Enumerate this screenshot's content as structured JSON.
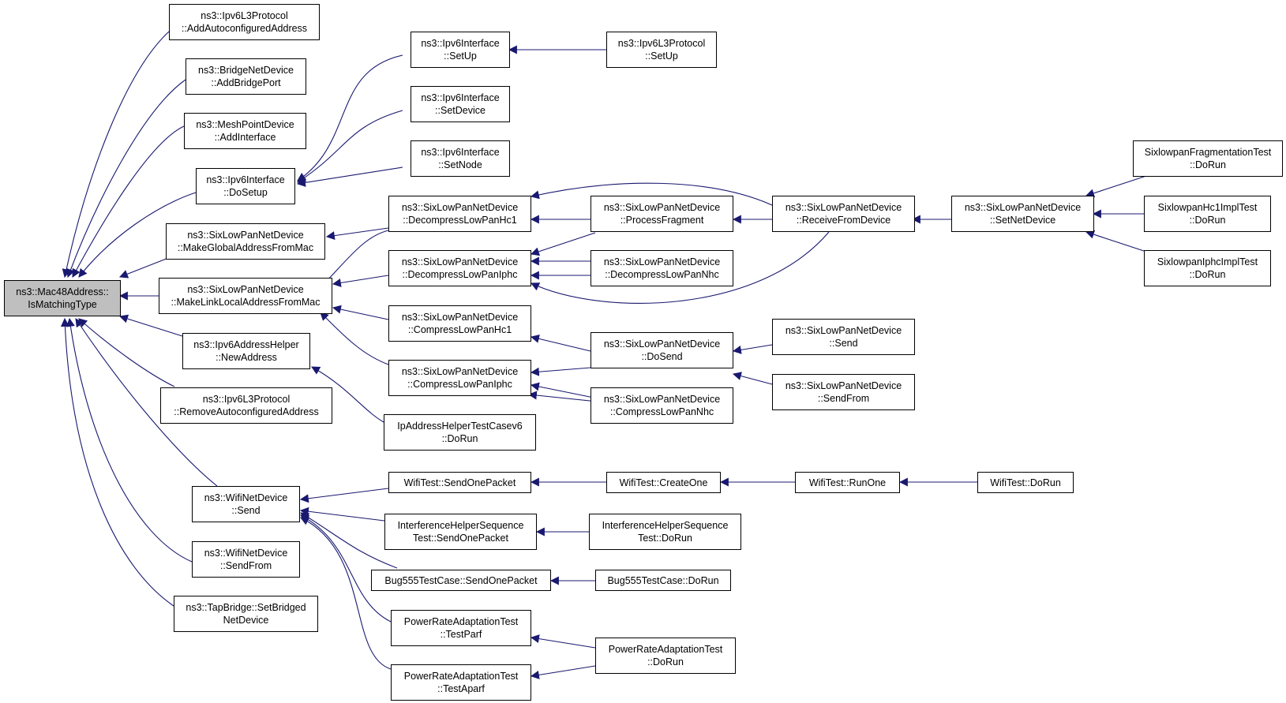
{
  "colors": {
    "edge": "#191970",
    "focus_fill": "#bfbfbf",
    "node_fill": "#ffffff",
    "node_border": "#000000"
  },
  "nodes": [
    {
      "id": "focus",
      "lines": [
        "ns3::Mac48Address::",
        "IsMatchingType"
      ],
      "focus": true
    },
    {
      "id": "ipv6l3_addauto",
      "lines": [
        "ns3::Ipv6L3Protocol",
        "::AddAutoconfiguredAddress"
      ]
    },
    {
      "id": "bridge_addport",
      "lines": [
        "ns3::BridgeNetDevice",
        "::AddBridgePort"
      ]
    },
    {
      "id": "mesh_addif",
      "lines": [
        "ns3::MeshPointDevice",
        "::AddInterface"
      ]
    },
    {
      "id": "ipv6if_dosetup",
      "lines": [
        "ns3::Ipv6Interface",
        "::DoSetup"
      ]
    },
    {
      "id": "slp_mkglobal",
      "lines": [
        "ns3::SixLowPanNetDevice",
        "::MakeGlobalAddressFromMac"
      ]
    },
    {
      "id": "slp_mklinklocal",
      "lines": [
        "ns3::SixLowPanNetDevice",
        "::MakeLinkLocalAddressFromMac"
      ]
    },
    {
      "id": "ipv6ah_newaddr",
      "lines": [
        "ns3::Ipv6AddressHelper",
        "::NewAddress"
      ]
    },
    {
      "id": "ipv6l3_removeauto",
      "lines": [
        "ns3::Ipv6L3Protocol",
        "::RemoveAutoconfiguredAddress"
      ]
    },
    {
      "id": "wifi_send",
      "lines": [
        "ns3::WifiNetDevice",
        "::Send"
      ]
    },
    {
      "id": "wifi_sendfrom",
      "lines": [
        "ns3::WifiNetDevice",
        "::SendFrom"
      ]
    },
    {
      "id": "tap_setbridged",
      "lines": [
        "ns3::TapBridge::SetBridged",
        "NetDevice"
      ]
    },
    {
      "id": "ipv6if_setup",
      "lines": [
        "ns3::Ipv6Interface",
        "::SetUp"
      ]
    },
    {
      "id": "ipv6if_setdevice",
      "lines": [
        "ns3::Ipv6Interface",
        "::SetDevice"
      ]
    },
    {
      "id": "ipv6if_setnode",
      "lines": [
        "ns3::Ipv6Interface",
        "::SetNode"
      ]
    },
    {
      "id": "ipv6l3_setup",
      "lines": [
        "ns3::Ipv6L3Protocol",
        "::SetUp"
      ]
    },
    {
      "id": "slp_dechc1",
      "lines": [
        "ns3::SixLowPanNetDevice",
        "::DecompressLowPanHc1"
      ]
    },
    {
      "id": "slp_deciphc",
      "lines": [
        "ns3::SixLowPanNetDevice",
        "::DecompressLowPanIphc"
      ]
    },
    {
      "id": "slp_comphc1",
      "lines": [
        "ns3::SixLowPanNetDevice",
        "::CompressLowPanHc1"
      ]
    },
    {
      "id": "slp_compiphc",
      "lines": [
        "ns3::SixLowPanNetDevice",
        "::CompressLowPanIphc"
      ]
    },
    {
      "id": "ipah_dorun",
      "lines": [
        "IpAddressHelperTestCasev6",
        "::DoRun"
      ]
    },
    {
      "id": "slp_procfrag",
      "lines": [
        "ns3::SixLowPanNetDevice",
        "::ProcessFragment"
      ]
    },
    {
      "id": "slp_decnhc",
      "lines": [
        "ns3::SixLowPanNetDevice",
        "::DecompressLowPanNhc"
      ]
    },
    {
      "id": "slp_dosend",
      "lines": [
        "ns3::SixLowPanNetDevice",
        "::DoSend"
      ]
    },
    {
      "id": "slp_compnhc",
      "lines": [
        "ns3::SixLowPanNetDevice",
        "::CompressLowPanNhc"
      ]
    },
    {
      "id": "slp_recvdev",
      "lines": [
        "ns3::SixLowPanNetDevice",
        "::ReceiveFromDevice"
      ]
    },
    {
      "id": "slp_send",
      "lines": [
        "ns3::SixLowPanNetDevice",
        "::Send"
      ]
    },
    {
      "id": "slp_sendfrom",
      "lines": [
        "ns3::SixLowPanNetDevice",
        "::SendFrom"
      ]
    },
    {
      "id": "slp_setnetdev",
      "lines": [
        "ns3::SixLowPanNetDevice",
        "::SetNetDevice"
      ]
    },
    {
      "id": "sixfrag_dorun",
      "lines": [
        "SixlowpanFragmentationTest",
        "::DoRun"
      ]
    },
    {
      "id": "sixhc1_dorun",
      "lines": [
        "SixlowpanHc1ImplTest",
        "::DoRun"
      ]
    },
    {
      "id": "sixiphc_dorun",
      "lines": [
        "SixlowpanIphcImplTest",
        "::DoRun"
      ]
    },
    {
      "id": "wt_sendone",
      "lines": [
        "WifiTest::SendOnePacket"
      ]
    },
    {
      "id": "wt_createone",
      "lines": [
        "WifiTest::CreateOne"
      ]
    },
    {
      "id": "wt_runone",
      "lines": [
        "WifiTest::RunOne"
      ]
    },
    {
      "id": "wt_dorun",
      "lines": [
        "WifiTest::DoRun"
      ]
    },
    {
      "id": "ihs_sendone",
      "lines": [
        "InterferenceHelperSequence",
        "Test::SendOnePacket"
      ]
    },
    {
      "id": "ihs_dorun",
      "lines": [
        "InterferenceHelperSequence",
        "Test::DoRun"
      ]
    },
    {
      "id": "bug555_sendone",
      "lines": [
        "Bug555TestCase::SendOnePacket"
      ]
    },
    {
      "id": "bug555_dorun",
      "lines": [
        "Bug555TestCase::DoRun"
      ]
    },
    {
      "id": "pra_testparf",
      "lines": [
        "PowerRateAdaptationTest",
        "::TestParf"
      ]
    },
    {
      "id": "pra_testaparf",
      "lines": [
        "PowerRateAdaptationTest",
        "::TestAparf"
      ]
    },
    {
      "id": "pra_dorun",
      "lines": [
        "PowerRateAdaptationTest",
        "::DoRun"
      ]
    }
  ]
}
